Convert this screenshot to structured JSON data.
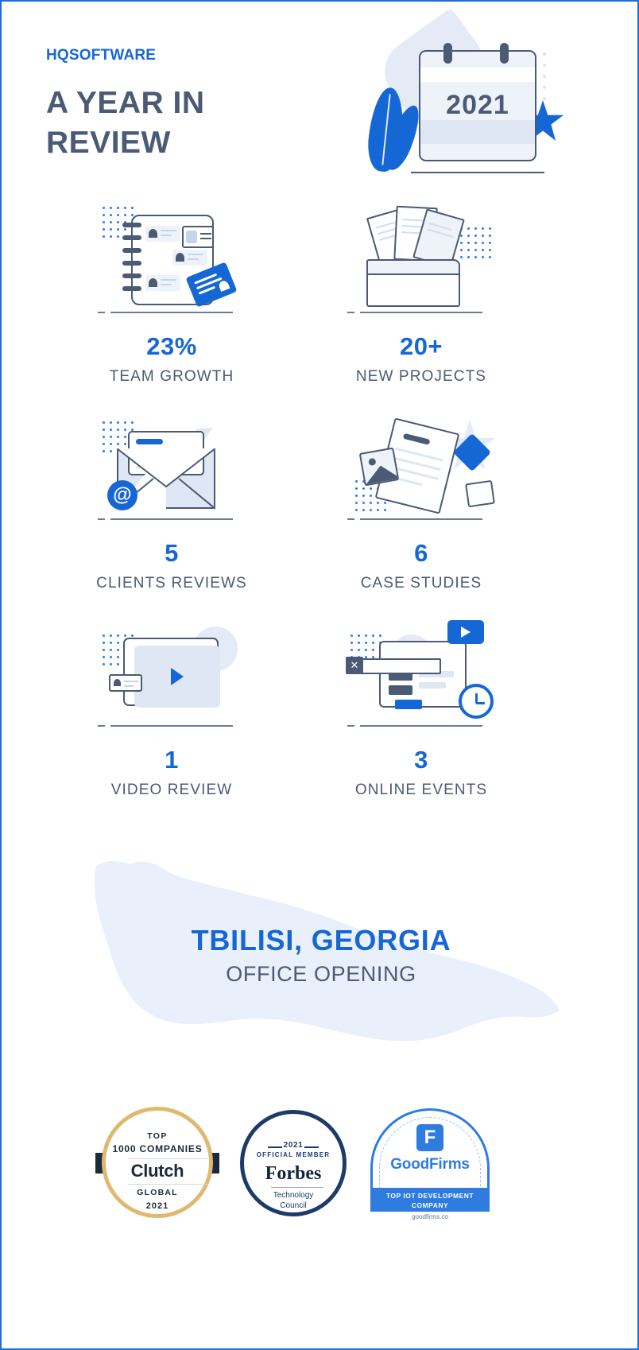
{
  "brand": {
    "logo_text": "HQSOFTWARE",
    "accent_blue": "#1667d6",
    "slate": "#4b5a75",
    "light_blue": "#dfe6f4"
  },
  "header": {
    "title": "A YEAR IN REVIEW",
    "calendar_year": "2021"
  },
  "stats": [
    {
      "value": "23%",
      "label": "TEAM GROWTH",
      "icon": "address-book-icon"
    },
    {
      "value": "20+",
      "label": "NEW PROJECTS",
      "icon": "folder-documents-icon"
    },
    {
      "value": "5",
      "label": "CLIENTS REVIEWS",
      "icon": "envelope-mail-icon"
    },
    {
      "value": "6",
      "label": "CASE STUDIES",
      "icon": "document-image-icon"
    },
    {
      "value": "1",
      "label": "VIDEO REVIEW",
      "icon": "video-player-icon"
    },
    {
      "value": "3",
      "label": "ONLINE EVENTS",
      "icon": "webinar-clock-icon"
    }
  ],
  "location": {
    "city": "TBILISI, GEORGIA",
    "subtitle": "OFFICE OPENING",
    "map_shape": "georgia-country-outline"
  },
  "badges": {
    "clutch": {
      "top": "TOP",
      "companies": "1000 COMPANIES",
      "brand": "Clutch",
      "scope": "GLOBAL",
      "year": "2021"
    },
    "forbes": {
      "year": "2021",
      "member": "OFFICIAL MEMBER",
      "brand": "Forbes",
      "council_line1": "Technology",
      "council_line2": "Council"
    },
    "goodfirms": {
      "mark": "F",
      "brand": "GoodFirms",
      "band_line1": "TOP IOT DEVELOPMENT",
      "band_line2": "COMPANY",
      "url": "goodfirms.co"
    }
  }
}
